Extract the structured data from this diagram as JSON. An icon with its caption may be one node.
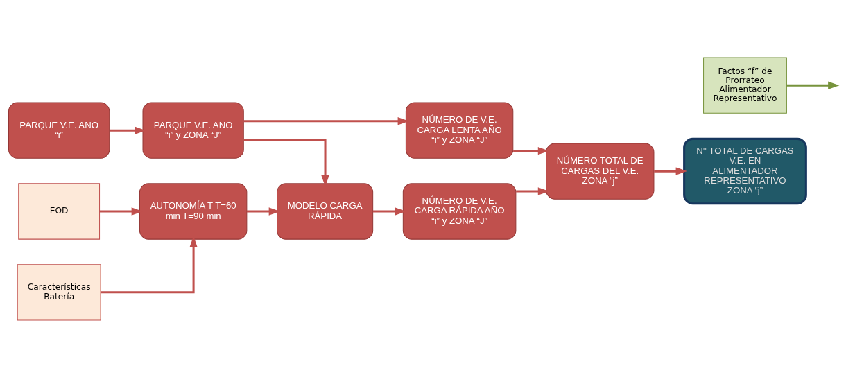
{
  "diagram": {
    "nodes": [
      {
        "text": [
          "PARQUE V.E. AÑO “i”"
        ]
      },
      {
        "text": [
          "PARQUE V.E. AÑO “i” y ZONA “J”"
        ]
      },
      {
        "text": [
          "NÚMERO DE V.E. CARGA LENTA AÑO “i” y ZONA “J”"
        ]
      },
      {
        "text": [
          "NÚMERO TOTAL DE CARGAS DEL V.E. ZONA “j”"
        ]
      },
      {
        "text": [
          "N° TOTAL DE CARGAS V.E. EN ALIMENTADOR REPRESENTATIVO ZONA “j”"
        ]
      },
      {
        "text": [
          "EOD"
        ]
      },
      {
        "text": [
          "Características Batería"
        ]
      },
      {
        "text": [
          "AUTONOMÍA T T=60 min T=90 min"
        ]
      },
      {
        "text": [
          "MODELO CARGA RÁPIDA"
        ]
      },
      {
        "text": [
          "NÚMERO DE V.E. CARGA RÁPIDA AÑO “i” y ZONA “J”"
        ]
      },
      {
        "text": [
          "Factos “f” de Prorrateo Alimentador Representativo"
        ]
      }
    ],
    "edges": [
      {
        "from": 0,
        "to": 1,
        "arrow": "to"
      },
      {
        "from": 1,
        "to": 2,
        "arrow": "to"
      },
      {
        "from": 2,
        "to": 3,
        "arrow": "to"
      },
      {
        "from": 9,
        "to": 3,
        "arrow": "to"
      },
      {
        "from": 3,
        "to": 4,
        "arrow": "to"
      },
      {
        "from": 10,
        "to": null,
        "arrow": "to",
        "color": "#77933c"
      },
      {
        "from": 5,
        "to": 7,
        "arrow": "to"
      },
      {
        "from": 6,
        "to": 7,
        "arrow": "to"
      },
      {
        "from": 1,
        "to": 8,
        "arrow": "to"
      },
      {
        "from": 7,
        "to": 8,
        "arrow": "to"
      },
      {
        "from": 8,
        "to": 9,
        "arrow": "to"
      }
    ]
  }
}
